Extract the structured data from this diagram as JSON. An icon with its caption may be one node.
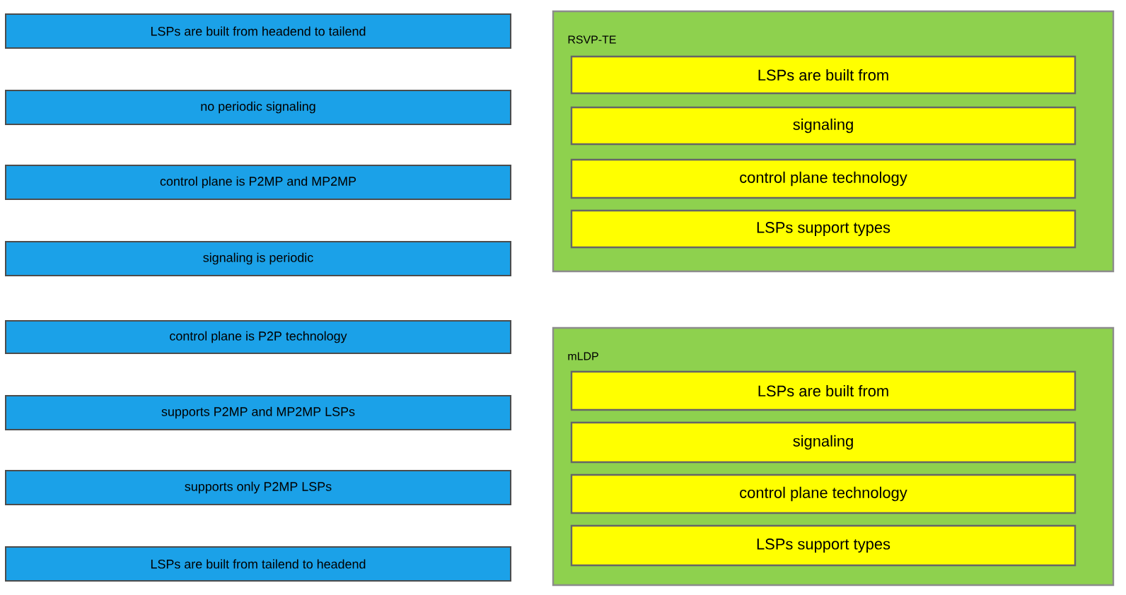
{
  "diagram": {
    "nodes": [
      {
        "text": [
          "LSPs are built from headend to tailend"
        ]
      },
      {
        "text": [
          "no periodic signaling"
        ]
      },
      {
        "text": [
          "control plane is P2MP and MP2MP"
        ]
      },
      {
        "text": [
          "signaling is periodic"
        ]
      },
      {
        "text": [
          "control plane is P2P technology"
        ]
      },
      {
        "text": [
          "supports P2MP and MP2MP LSPs"
        ]
      },
      {
        "text": [
          "supports only P2MP LSPs"
        ]
      },
      {
        "text": [
          "LSPs are built from tailend to headend"
        ]
      },
      {
        "text": [
          "RSVP-TE"
        ]
      },
      {
        "text": [
          "LSPs are built from"
        ],
        "in": 8
      },
      {
        "text": [
          "signaling"
        ],
        "in": 8
      },
      {
        "text": [
          "control plane technology"
        ],
        "in": 8
      },
      {
        "text": [
          "LSPs support types"
        ],
        "in": 8
      },
      {
        "text": [
          "mLDP"
        ]
      },
      {
        "text": [
          "LSPs are built from"
        ],
        "in": 13
      },
      {
        "text": [
          "signaling"
        ],
        "in": 13
      },
      {
        "text": [
          "control plane technology"
        ],
        "in": 13
      },
      {
        "text": [
          "LSPs support types"
        ],
        "in": 13
      }
    ]
  }
}
